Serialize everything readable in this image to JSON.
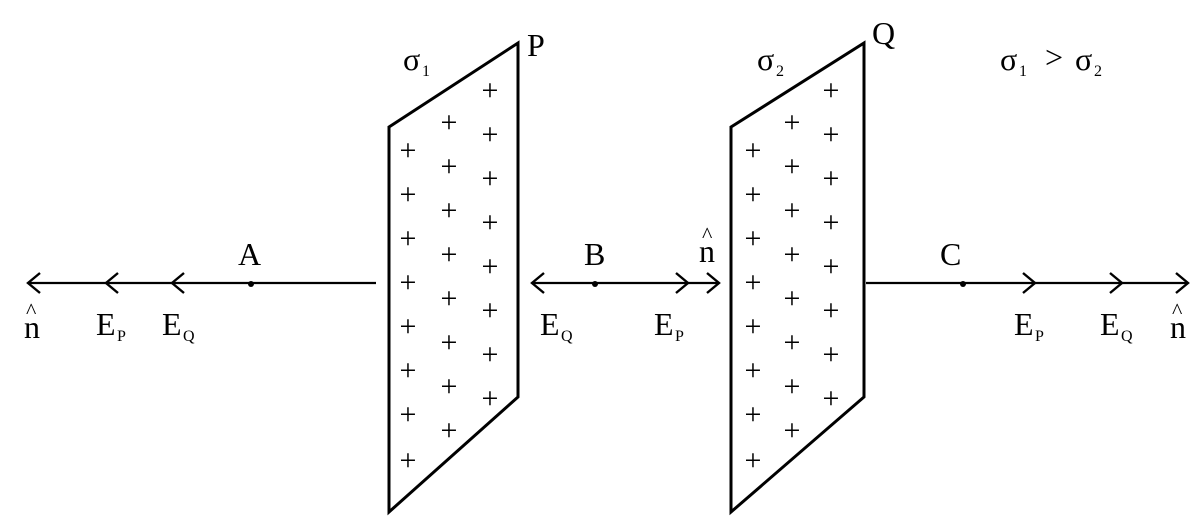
{
  "plates": [
    {
      "name": "P",
      "sigma_symbol": "σ",
      "sigma_subscript": "1"
    },
    {
      "name": "Q",
      "sigma_symbol": "σ",
      "sigma_subscript": "2"
    }
  ],
  "points": {
    "A": "A",
    "B": "B",
    "C": "C"
  },
  "field": {
    "E": "E",
    "P_sub": "P",
    "Q_sub": "Q"
  },
  "normal": {
    "hat": "^",
    "letter": "n"
  },
  "relation": {
    "left_symbol": "σ",
    "left_sub": "1",
    "op": ">",
    "right_symbol": "σ",
    "right_sub": "2"
  },
  "charge_glyph": "+"
}
